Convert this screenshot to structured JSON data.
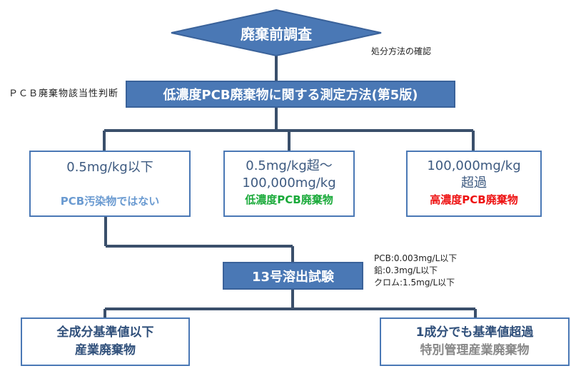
{
  "top": {
    "diamond_label": "廃棄前調査",
    "note": "処分方法の確認"
  },
  "judgement": {
    "side_label": "ＰＣＢ廃棄物該当性判断",
    "method_label": "低濃度PCB廃棄物に関する測定方法(第5版)"
  },
  "branches": [
    {
      "value": "0.5mg/kg以下",
      "tag": "PCB汚染物ではない",
      "tag_color": "#6b9bd1"
    },
    {
      "value_line1": "0.5mg/kg超～",
      "value_line2": "100,000mg/kg",
      "tag": "低濃度PCB廃棄物",
      "tag_color": "#1aaa3a"
    },
    {
      "value_line1": "100,000mg/kg",
      "value_line2": "超過",
      "tag": "高濃度PCB廃棄物",
      "tag_color": "#ee1111"
    }
  ],
  "elution": {
    "label": "13号溶出試験",
    "criteria": [
      "PCB:0.003mg/L以下",
      "鉛:0.3mg/L以下",
      "クロム:1.5mg/L以下"
    ]
  },
  "results": {
    "left_line1": "全成分基準値以下",
    "left_line2": "産業廃棄物",
    "right_line1": "1成分でも基準値超過",
    "right_line2": "特別管理産業廃棄物"
  },
  "colors": {
    "primary": "#4a78b5",
    "line": "#3a4f6b"
  }
}
